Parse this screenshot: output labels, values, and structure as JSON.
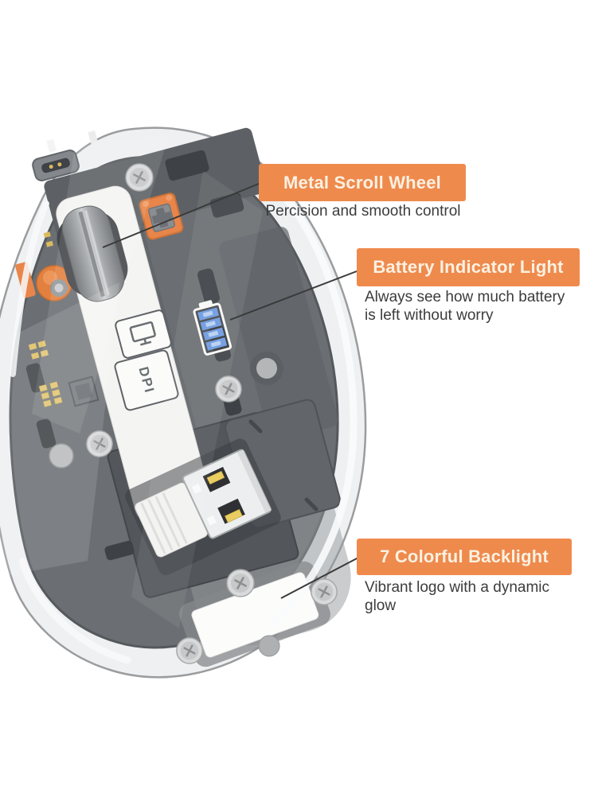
{
  "page": {
    "background": "#ffffff",
    "description": "transparent wireless mouse product infographic"
  },
  "colors": {
    "accent_orange": "#EF8A4D",
    "callout_title_text": "#FAF1E1",
    "subtitle_text": "#3C3C3C",
    "leader_line": "#3A3A3A",
    "led_blue": "#6D9AE0",
    "chassis_gray": "#6B6F73",
    "shell_light": "#EEF0F2"
  },
  "callouts": [
    {
      "title": "Metal Scroll Wheel",
      "subtitle": "Percision and smooth control"
    },
    {
      "title": "Battery Indicator Light",
      "subtitle": "Always see how much battery is left without worry"
    },
    {
      "title": "7 Colorful Backlight",
      "subtitle": "Vibrant logo with a dynamic glow"
    }
  ],
  "mouse": {
    "dpi_button_label": "DPI",
    "battery_segments": 4,
    "parts": [
      "metal-scroll-wheel",
      "battery-indicator-leds",
      "usb-receiver-dongle",
      "logo-backlight-lens",
      "dpi-button",
      "display-mode-button",
      "charging-contacts",
      "screws"
    ]
  }
}
